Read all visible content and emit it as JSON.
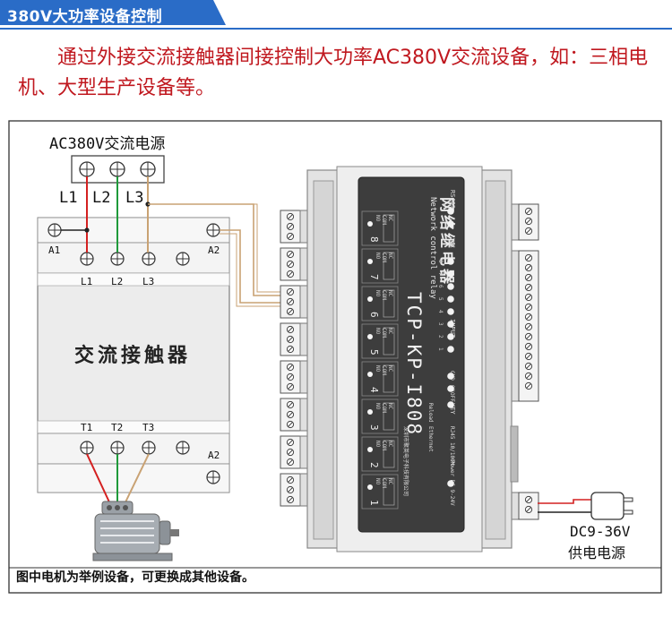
{
  "header": {
    "title": "380V大功率设备控制",
    "accent": "#2a6cc7"
  },
  "intro": {
    "text": "通过外接交流接触器间接控制大功率AC380V交流设备，如：三相电机、大型生产设备等。",
    "color": "#c0181f"
  },
  "power_source": {
    "label": "AC380V交流电源",
    "phases": [
      "L1",
      "L2",
      "L3"
    ]
  },
  "contactor": {
    "label": "交流接触器",
    "top_left_terminal": "A1",
    "top_right_terminal": "A2",
    "bottom_right_terminal": "A2",
    "input_terminals": [
      "L1",
      "L2",
      "L3"
    ],
    "output_terminals": [
      "T1",
      "T2",
      "T3"
    ]
  },
  "relay": {
    "brand": "网络继电器",
    "brand_en": "Network control relay",
    "model": "TCP-KP-I808",
    "channels": [
      "8",
      "7",
      "6",
      "5",
      "4",
      "3",
      "2",
      "1"
    ],
    "contact_labels": [
      "NO",
      "COM",
      "NC"
    ],
    "labels": {
      "rs485": "RS485",
      "input": "INPUT",
      "key": "KEY",
      "reload": "Reload",
      "ethernet": "Ethernet",
      "rj45": "RJ45 10/100M",
      "power": "Power DC 9-24V",
      "vcc": "VCC",
      "gnd": "GND",
      "on": "ON",
      "off": "OFF",
      "inputs": [
        "8",
        "7",
        "6",
        "5",
        "4",
        "3",
        "2",
        "1"
      ]
    },
    "company": "深圳市聚英电子科技有限公司"
  },
  "dc_supply": {
    "voltage": "DC9-36V",
    "label": "供电电源"
  },
  "footnote": "图中电机为举例设备，可更换成其他设备。",
  "colors": {
    "red_wire": "#d42020",
    "green_wire": "#1f9a3a",
    "tan_wire": "#c9a273",
    "black_wire": "#222222",
    "relay_body": "#3d3d3d"
  }
}
